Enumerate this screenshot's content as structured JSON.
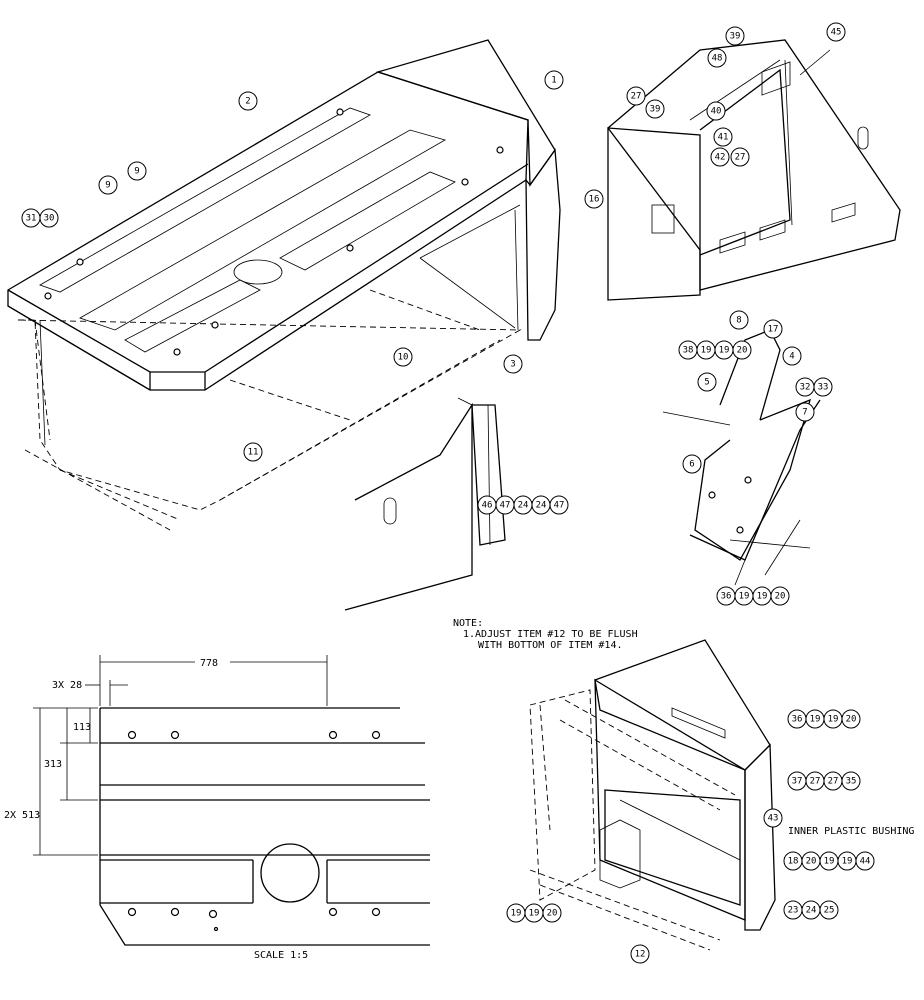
{
  "note": {
    "heading": "NOTE:",
    "line1": "1.ADJUST ITEM #12 TO BE FLUSH",
    "line2": "WITH BOTTOM OF ITEM #14."
  },
  "dimensions": {
    "width": "778",
    "holes": "3X 28",
    "d113": "113",
    "d313": "313",
    "d513": "2X 513"
  },
  "scale": "SCALE 1:5",
  "bushing_label": "INNER PLASTIC BUSHING",
  "callouts": {
    "main_view": [
      "1",
      "2",
      "9",
      "9",
      "31",
      "30",
      "10",
      "11",
      "3"
    ],
    "top_right_view": [
      "39",
      "48",
      "45",
      "27",
      "39",
      "40",
      "41",
      "42",
      "27",
      "16"
    ],
    "bracket_view": [
      "46",
      "47",
      "24",
      "24",
      "47"
    ],
    "mid_right_view": [
      "8",
      "17",
      "38",
      "19",
      "19",
      "20",
      "5",
      "4",
      "32",
      "33",
      "7",
      "6",
      "36",
      "19",
      "19",
      "20"
    ],
    "bottom_right_view": [
      "36",
      "19",
      "19",
      "20",
      "37",
      "27",
      "27",
      "35",
      "43",
      "18",
      "20",
      "19",
      "19",
      "44",
      "23",
      "24",
      "25",
      "19",
      "19",
      "20",
      "12"
    ]
  }
}
